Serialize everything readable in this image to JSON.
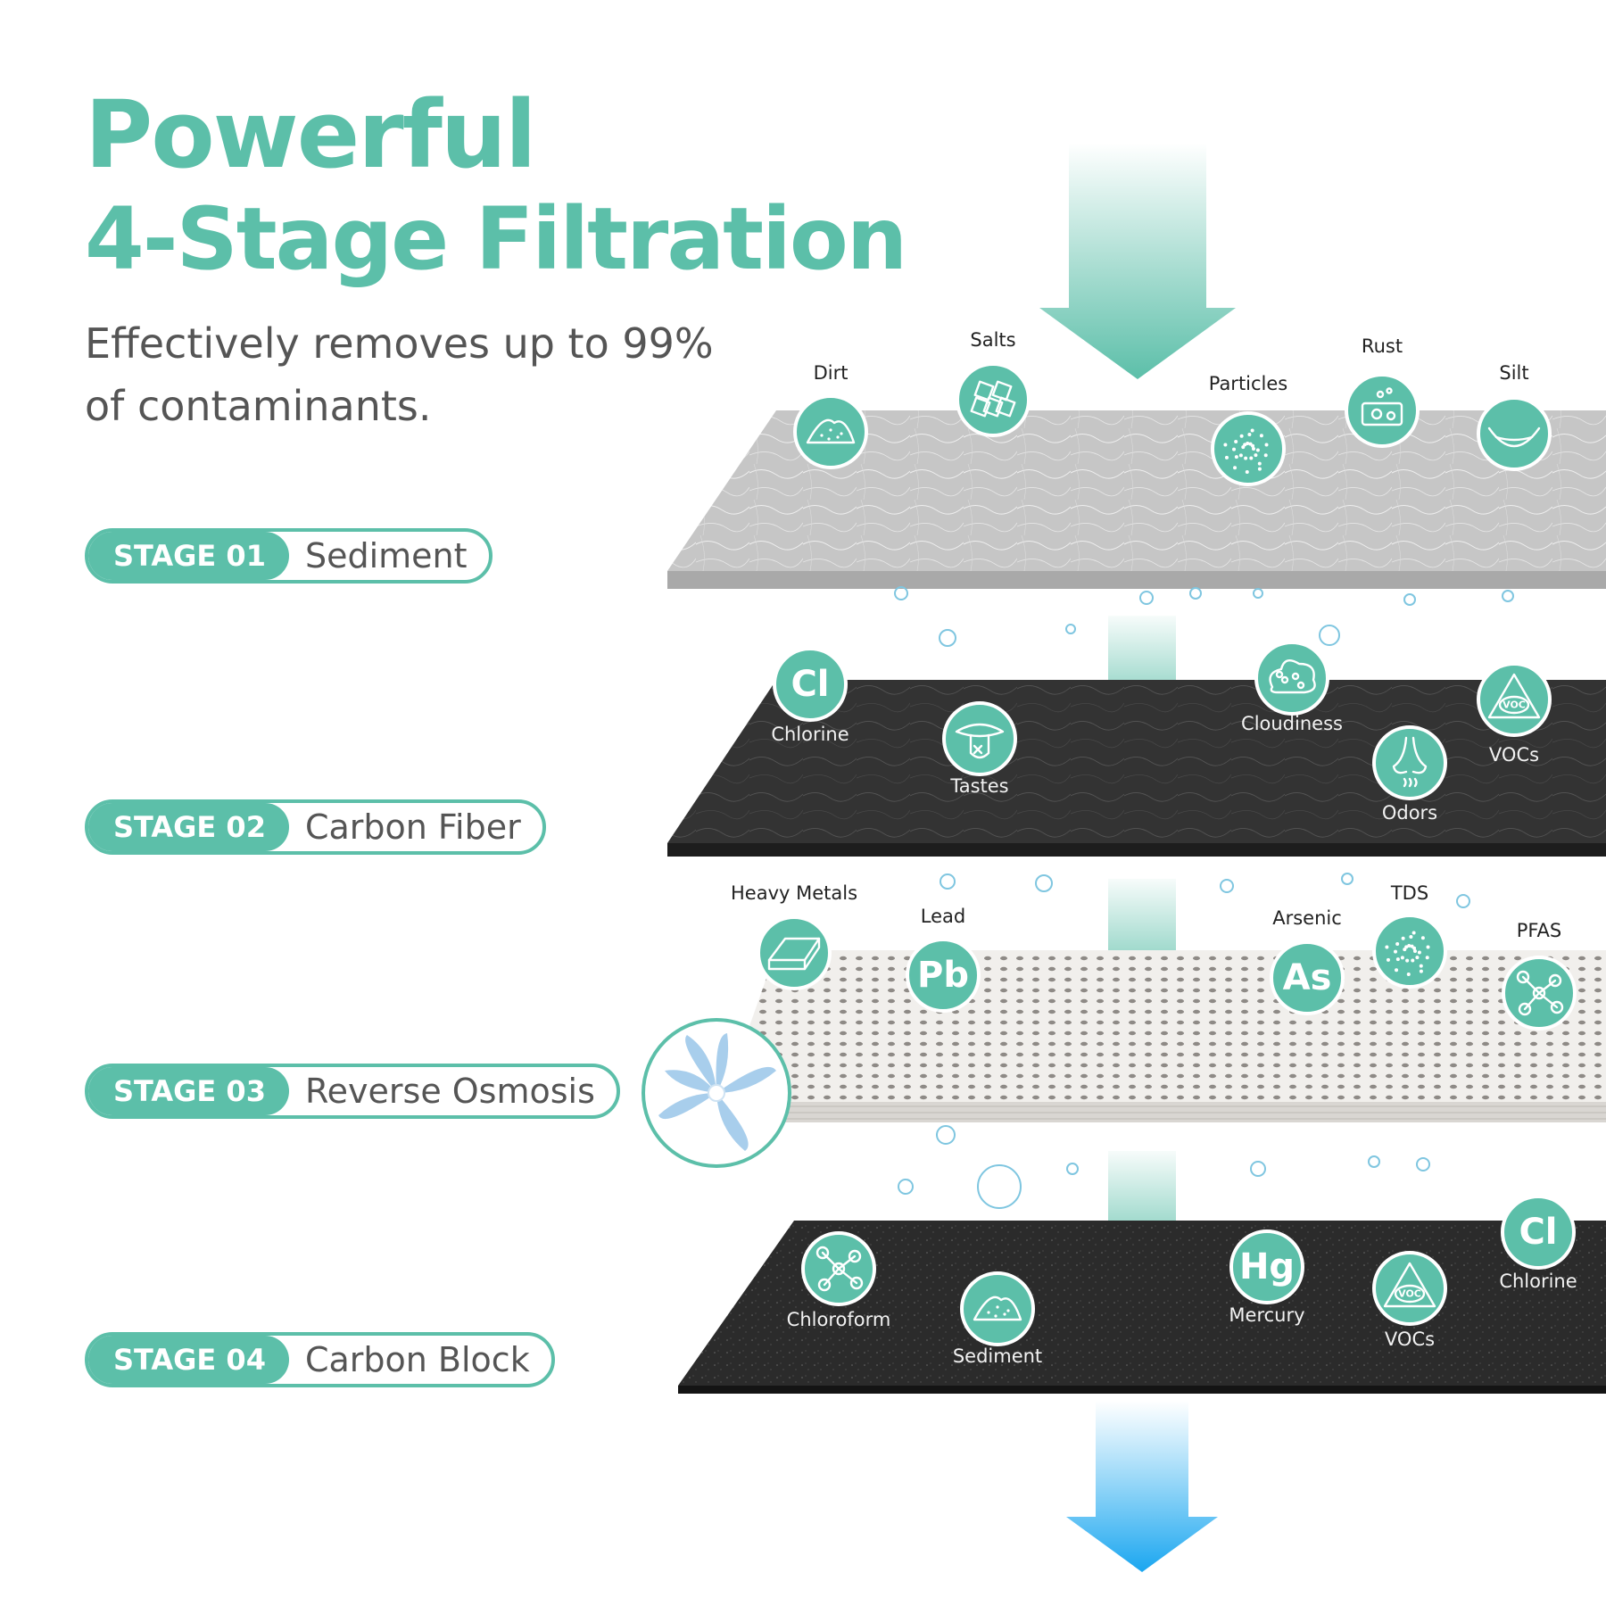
{
  "title_line1": "Powerful",
  "title_line2": "4-Stage Filtration",
  "subtitle_line1": "Effectively removes up to 99%",
  "subtitle_line2": "of contaminants.",
  "colors": {
    "accent": "#5cbfa9",
    "text_gray": "#555555",
    "arrow_blue": "#2aaef0",
    "layer_dark": "#2a2a2a",
    "layer_light": "#c8c8c8"
  },
  "stages": [
    {
      "number": "STAGE 01",
      "name": "Sediment"
    },
    {
      "number": "STAGE 02",
      "name": "Carbon Fiber"
    },
    {
      "number": "STAGE 03",
      "name": "Reverse Osmosis"
    },
    {
      "number": "STAGE 04",
      "name": "Carbon Block"
    }
  ],
  "contaminants": {
    "stage1": [
      {
        "label": "Dirt",
        "icon": "dirt-pile-icon"
      },
      {
        "label": "Salts",
        "icon": "salt-cubes-icon"
      },
      {
        "label": "Particles",
        "icon": "particles-dots-icon"
      },
      {
        "label": "Rust",
        "icon": "rust-bubbles-icon"
      },
      {
        "label": "Silt",
        "icon": "silt-bowl-icon"
      }
    ],
    "stage2": [
      {
        "label": "Chlorine",
        "icon": "chlorine-icon",
        "symbol": "Cl"
      },
      {
        "label": "Tastes",
        "icon": "tongue-icon"
      },
      {
        "label": "Cloudiness",
        "icon": "cloud-icon"
      },
      {
        "label": "Odors",
        "icon": "nose-icon"
      },
      {
        "label": "VOCs",
        "icon": "voc-triangle-icon",
        "symbol": "VOC"
      }
    ],
    "stage3": [
      {
        "label": "Heavy Metals",
        "icon": "metal-bars-icon"
      },
      {
        "label": "Lead",
        "icon": "lead-icon",
        "symbol": "Pb"
      },
      {
        "label": "Arsenic",
        "icon": "arsenic-icon",
        "symbol": "As"
      },
      {
        "label": "TDS",
        "icon": "tds-dots-icon"
      },
      {
        "label": "PFAS",
        "icon": "molecule-icon"
      }
    ],
    "stage4": [
      {
        "label": "Chloroform",
        "icon": "molecule-icon"
      },
      {
        "label": "Sediment",
        "icon": "dirt-pile-icon"
      },
      {
        "label": "Mercury",
        "icon": "mercury-icon",
        "symbol": "Hg"
      },
      {
        "label": "VOCs",
        "icon": "voc-triangle-icon",
        "symbol": "VOC"
      },
      {
        "label": "Chlorine",
        "icon": "chlorine-icon",
        "symbol": "Cl"
      }
    ]
  }
}
